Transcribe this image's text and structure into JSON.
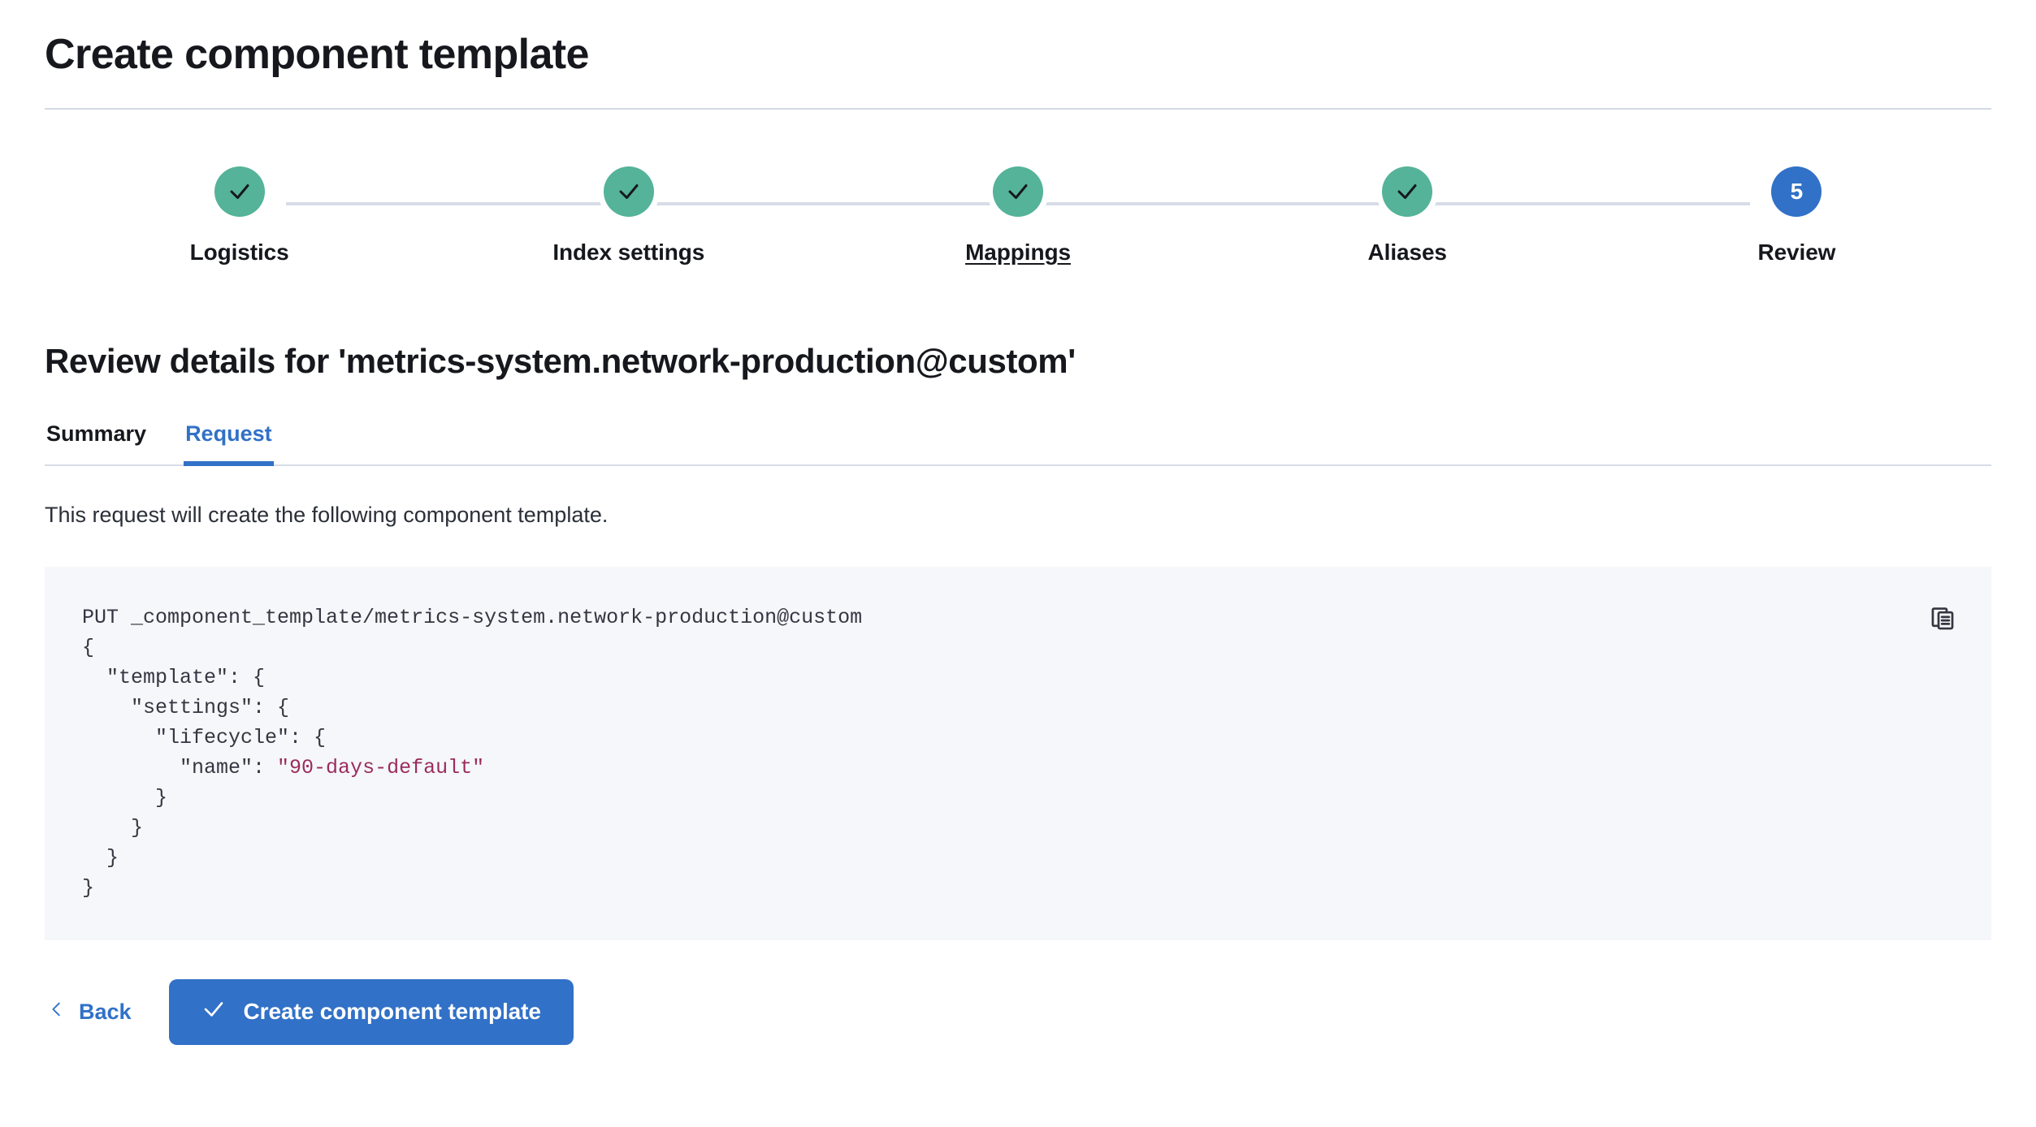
{
  "header": {
    "title": "Create component template"
  },
  "stepper": {
    "steps": [
      {
        "label": "Logistics",
        "state": "complete",
        "icon": "check-icon",
        "hovered": false
      },
      {
        "label": "Index settings",
        "state": "complete",
        "icon": "check-icon",
        "hovered": false
      },
      {
        "label": "Mappings",
        "state": "complete",
        "icon": "check-icon",
        "hovered": true
      },
      {
        "label": "Aliases",
        "state": "complete",
        "icon": "check-icon",
        "hovered": false
      },
      {
        "label": "Review",
        "state": "current",
        "number": "5",
        "hovered": false
      }
    ],
    "complete_color": "#54B399",
    "current_color": "#3171C7",
    "track_color": "#D8DCE8"
  },
  "review": {
    "heading": "Review details for 'metrics-system.network-production@custom'",
    "tabs": [
      {
        "label": "Summary",
        "active": false
      },
      {
        "label": "Request",
        "active": true
      }
    ],
    "description": "This request will create the following component template.",
    "code": {
      "method_line": "PUT _component_template/metrics-system.network-production@custom",
      "lines": [
        "{",
        "  \"template\": {",
        "    \"settings\": {",
        "      \"lifecycle\": {",
        "        \"name\": ",
        "      }",
        "    }",
        "  }",
        "}"
      ],
      "string_value": "\"90-days-default\"",
      "string_color": "#9B2C5E",
      "background": "#F5F7FA",
      "copy_icon": "copy-icon"
    }
  },
  "footer": {
    "back_label": "Back",
    "back_icon": "chevron-left-icon",
    "submit_label": "Create component template",
    "submit_icon": "check-icon",
    "submit_color": "#3171C7"
  }
}
